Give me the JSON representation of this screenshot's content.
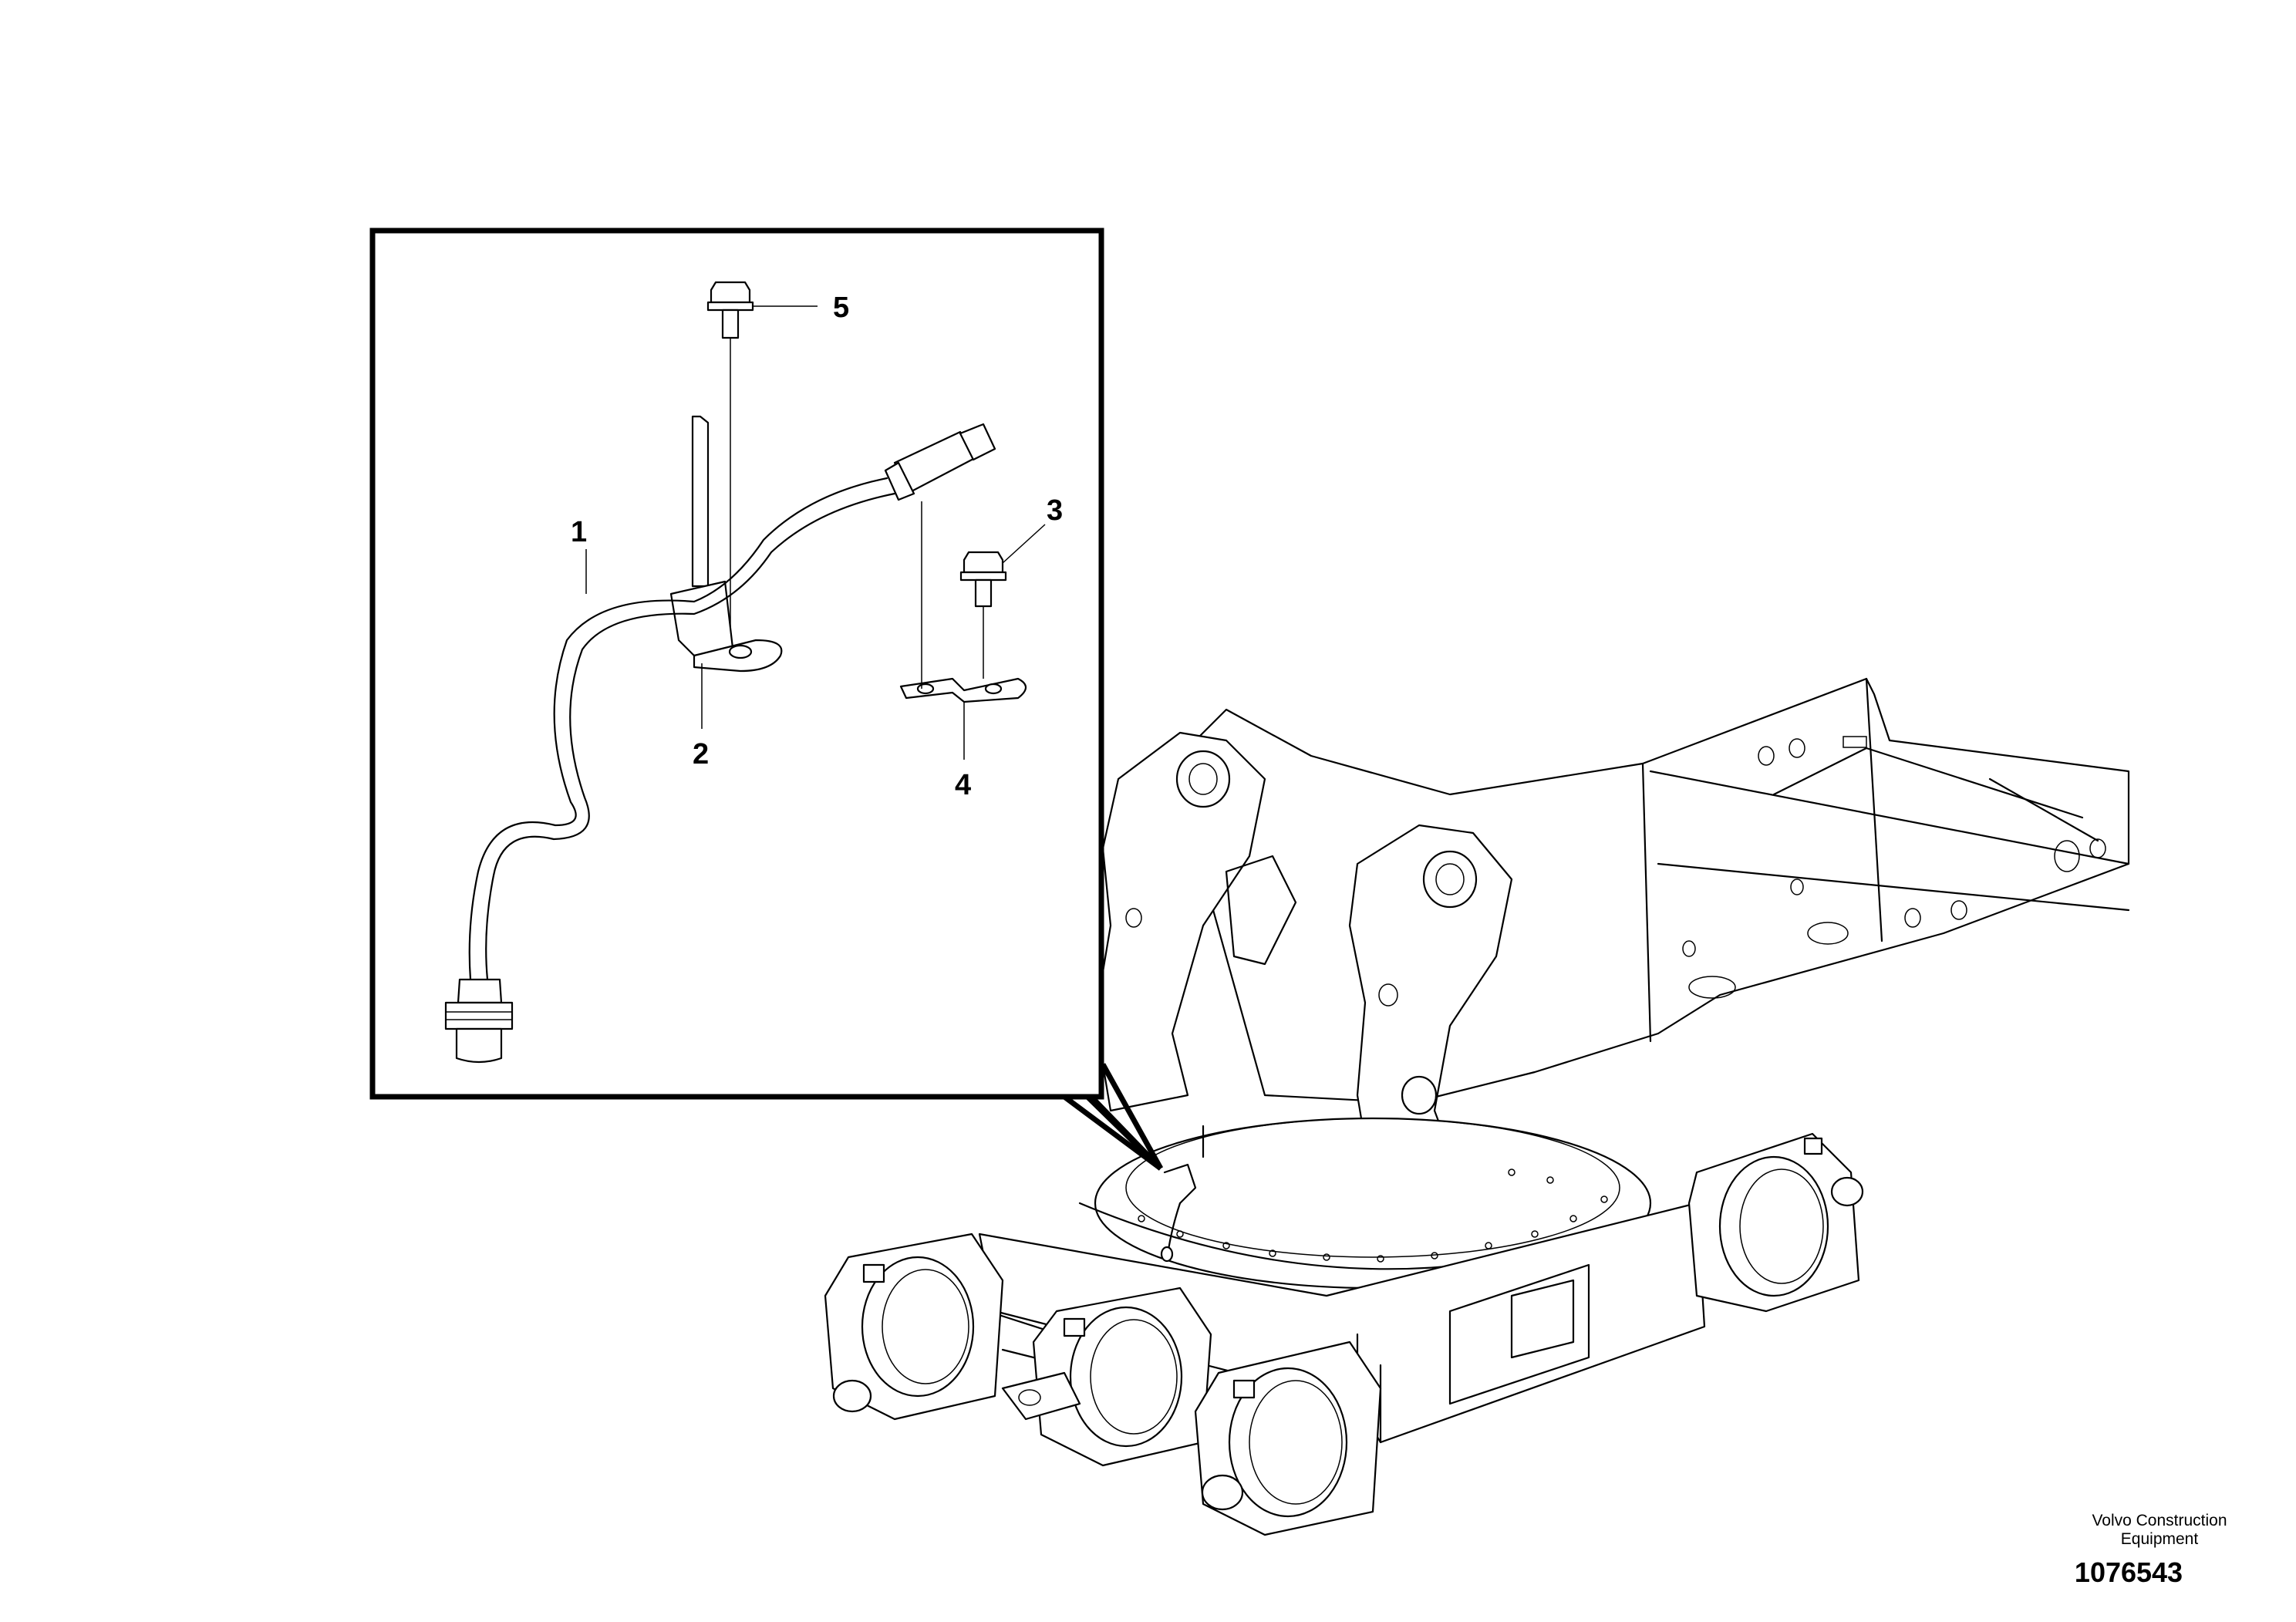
{
  "callouts": [
    {
      "id": "1",
      "label": "1"
    },
    {
      "id": "2",
      "label": "2"
    },
    {
      "id": "3",
      "label": "3"
    },
    {
      "id": "4",
      "label": "4"
    },
    {
      "id": "5",
      "label": "5"
    }
  ],
  "brand": {
    "line1": "Volvo Construction",
    "line2": "Equipment"
  },
  "document_number": "1076543"
}
